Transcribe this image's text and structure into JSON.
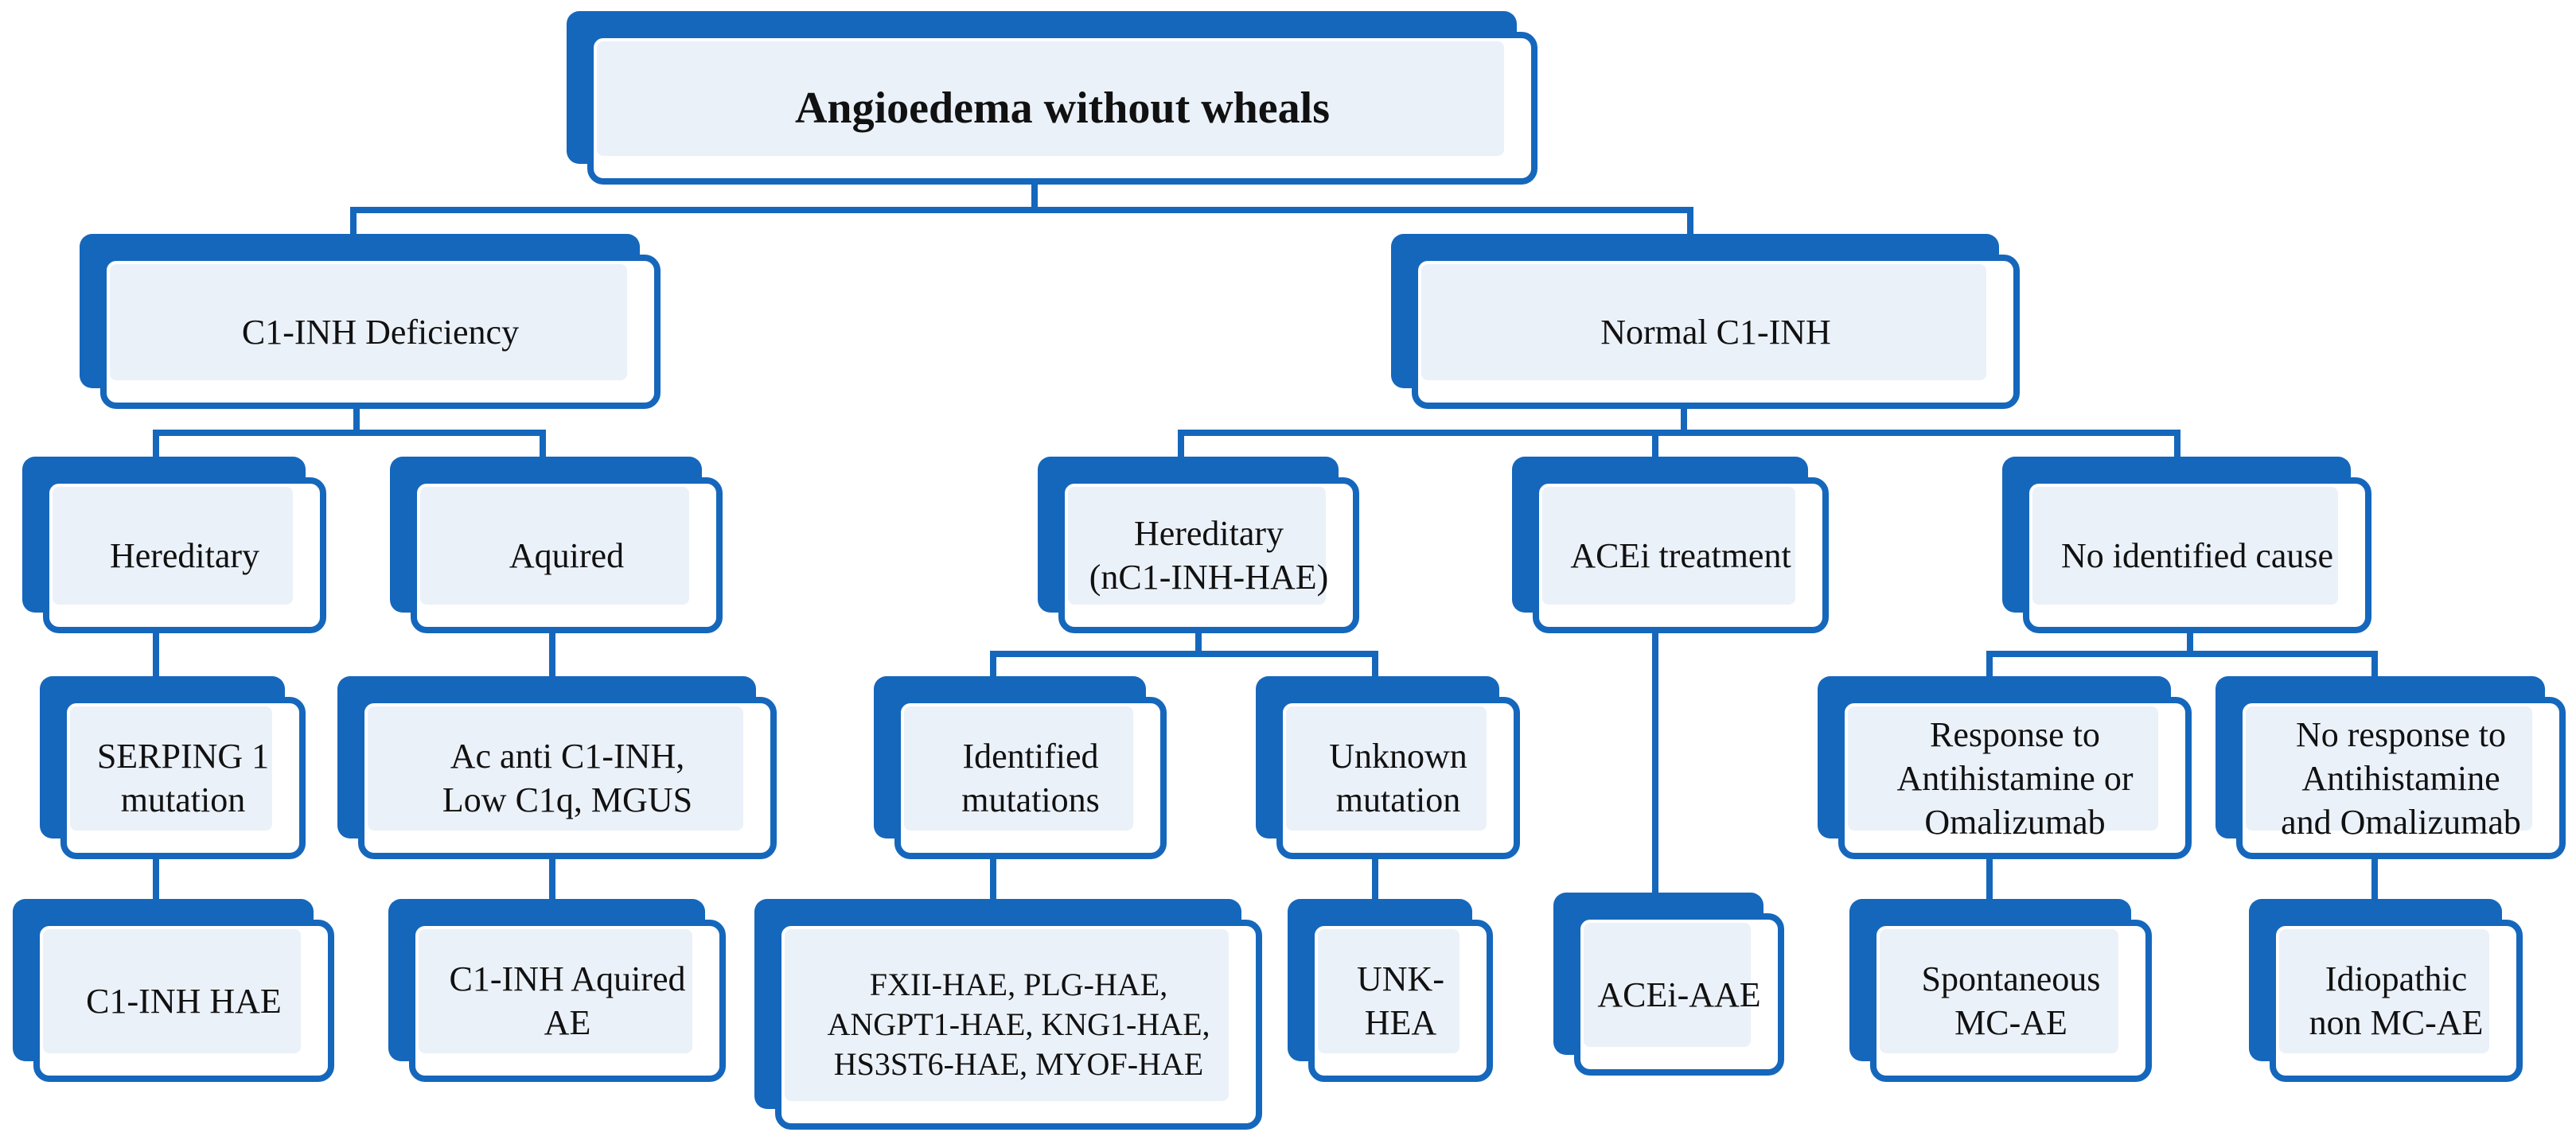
{
  "diagram": {
    "title": "Angioedema without wheals",
    "colors": {
      "box": "#1567bc",
      "fill": "#ebf1f9",
      "text": "#111111"
    },
    "nodes": {
      "root": "Angioedema without wheals",
      "c1_inh_deficiency": "C1-INH Deficiency",
      "normal_c1_inh": "Normal C1-INH",
      "hereditary_a": "Hereditary",
      "aquired": "Aquired",
      "hereditary_b": "Hereditary\n(nC1-INH-HAE)",
      "acei_treatment": "ACEi treatment",
      "no_identified_cause": "No identified cause",
      "serping1": "SERPING 1\nmutation",
      "ac_anti": "Ac anti C1-INH,\nLow C1q, MGUS",
      "identified_mutations": "Identified\nmutations",
      "unknown_mutation": "Unknown\nmutation",
      "response": "Response to\nAntihistamine or\nOmalizumab",
      "no_response": "No response to\nAntihistamine\nand Omalizumab",
      "c1_inh_hae": "C1-INH HAE",
      "c1_inh_aquired_ae": "C1-INH Aquired\nAE",
      "fxii_hae": "FXII-HAE, PLG-HAE,\nANGPT1-HAE, KNG1-HAE,\nHS3ST6-HAE, MYOF-HAE",
      "unk_hea": "UNK-\nHEA",
      "acei_aae": "ACEi-AAE",
      "spontaneous": "Spontaneous\nMC-AE",
      "idiopathic": "Idiopathic\nnon MC-AE"
    }
  }
}
